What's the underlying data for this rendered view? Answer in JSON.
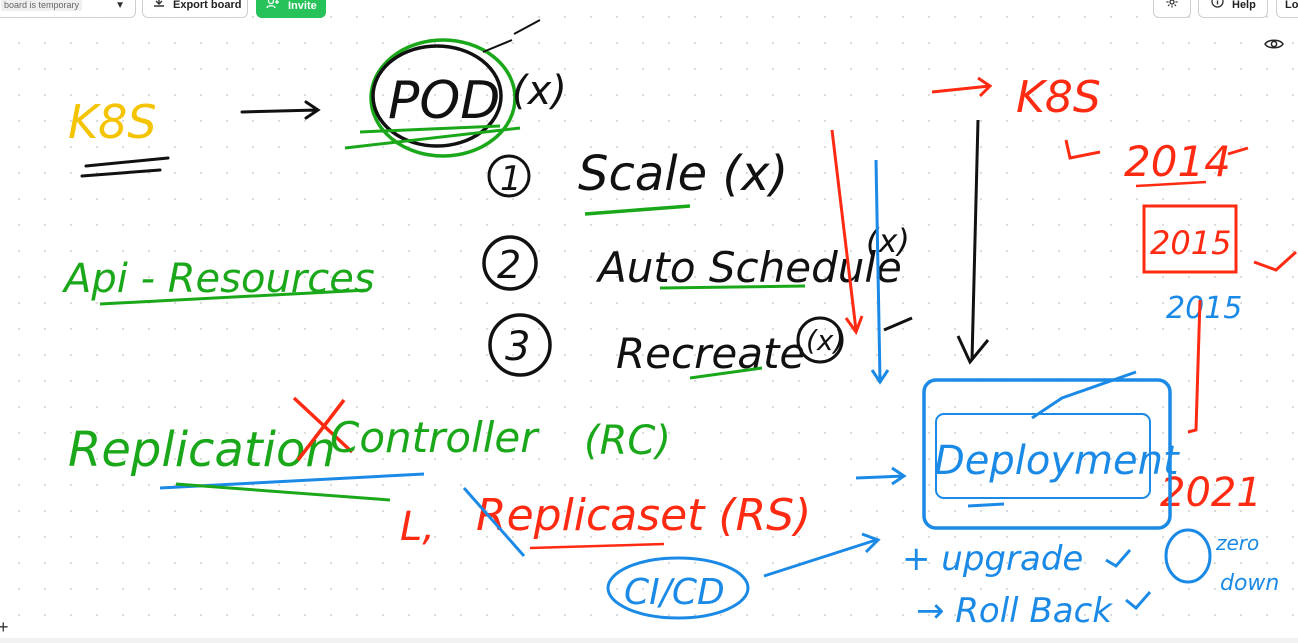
{
  "toolbar": {
    "temp_label": "board is temporary",
    "export_label": "Export board",
    "invite_label": "Invite",
    "help_label": "Help",
    "login_label": "Lo"
  },
  "icons": {
    "chevron": "chevron-down-icon",
    "export": "download-icon",
    "invite": "add-user-icon",
    "settings": "gear-icon",
    "help": "info-icon",
    "eye": "eye-icon",
    "zoom": "plus-icon"
  },
  "colors": {
    "green_ink": "#1aa81a",
    "black_ink": "#111111",
    "red_ink": "#ff2a12",
    "blue_ink": "#1a8ae6",
    "yellow_ink": "#f5c400",
    "invite_bg": "#27c25a"
  },
  "notes": {
    "k8s": "K8S",
    "pod": "POD",
    "pod_x": "(x)",
    "scale_num": "1",
    "scale": "Scale (x)",
    "auto_num": "2",
    "auto": "Auto Schedule",
    "auto_x": "(x)",
    "recreate_num": "3",
    "recreate": "Recreate",
    "recreate_x": "(x)",
    "api": "Api - Resources",
    "replication": "Replication",
    "controller": "Controller",
    "rc": "(RC)",
    "replicaset_prefix": "L,",
    "replicaset": "Replicaset (RS)",
    "deployment": "Deployment",
    "cicd": "CI/CD",
    "upgrade": "+ upgrade",
    "rollback": "→ Roll Back",
    "zero": "zero",
    "down": "down",
    "k8s_right": "K8S",
    "y2014": "2014",
    "y2015": "2015",
    "y2015b": "2015",
    "y2021": "2021"
  }
}
